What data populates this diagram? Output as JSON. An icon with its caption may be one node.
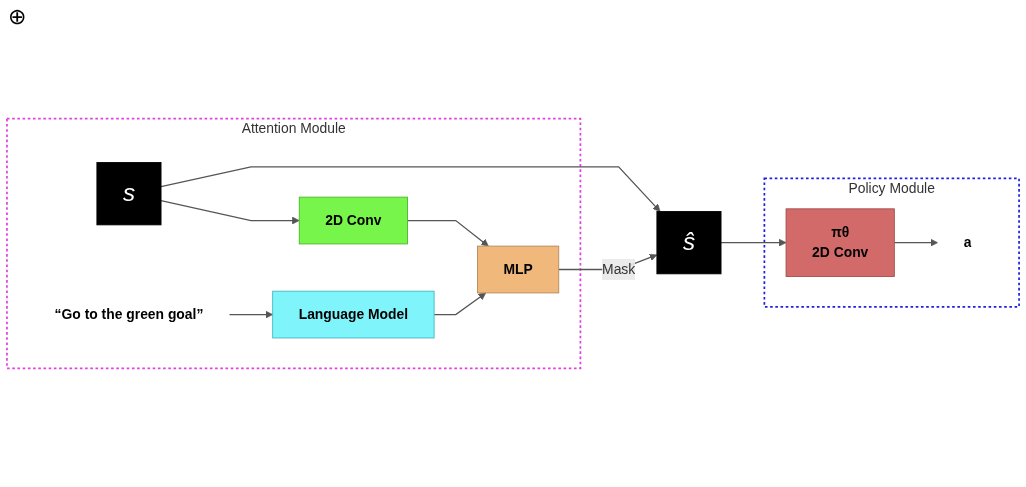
{
  "diagram": {
    "nodes": [
      {
        "text": [
          "Attention Module"
        ]
      },
      {
        "text": [
          "Policy Module"
        ]
      },
      {
        "text": [
          "“Go to the green goal”"
        ],
        "in": 0
      },
      {
        "text": [
          "s"
        ],
        "in": 0
      },
      {
        "text": [
          "Language Model"
        ],
        "in": 0
      },
      {
        "text": [
          "2D Conv"
        ],
        "in": 0
      },
      {
        "text": [
          "MLP"
        ],
        "in": 0
      },
      {
        "text": [
          "ŝ"
        ]
      },
      {
        "text": [
          "πθ",
          "2D Conv"
        ],
        "in": 1
      },
      {
        "text": [
          "a"
        ],
        "in": 1
      }
    ],
    "edges": [
      {
        "from": 2,
        "to": 4,
        "arrow": "to"
      },
      {
        "from": 3,
        "to": 5,
        "arrow": "to"
      },
      {
        "from": 5,
        "to": 6,
        "arrow": "to"
      },
      {
        "from": 4,
        "to": 6,
        "arrow": "to"
      },
      {
        "from": 3,
        "to": 7,
        "arrow": "to"
      },
      {
        "from": 6,
        "to": 7,
        "label": "Mask",
        "arrow": "to"
      },
      {
        "from": 7,
        "to": 8,
        "arrow": "to"
      },
      {
        "from": 8,
        "to": 9,
        "arrow": "to"
      }
    ],
    "labels": [
      "⊕"
    ]
  }
}
